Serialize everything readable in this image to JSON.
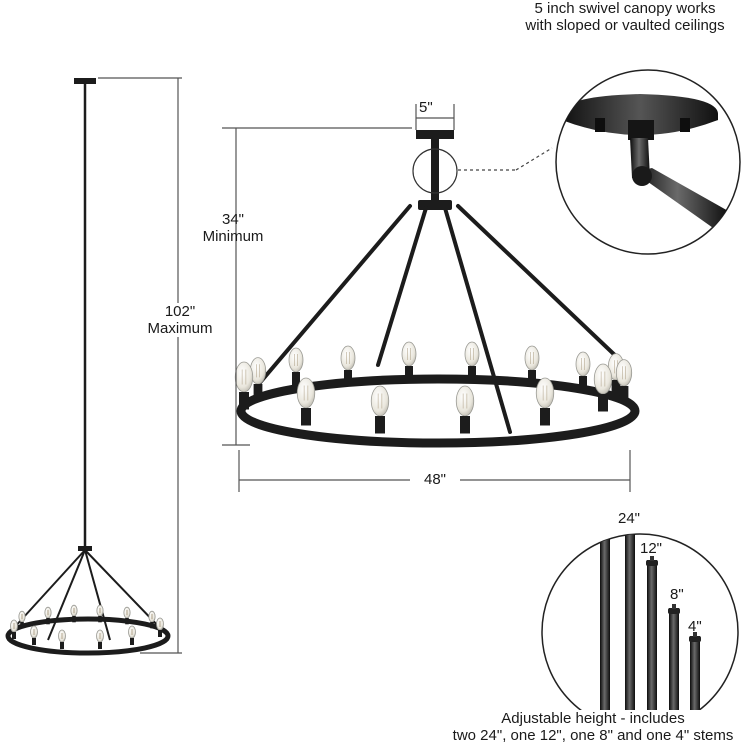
{
  "canopy_note": {
    "line1": "5 inch swivel canopy works",
    "line2": "with sloped or vaulted ceilings"
  },
  "dimensions": {
    "canopy_width": "5\"",
    "min_height_value": "34\"",
    "min_height_word": "Minimum",
    "max_height_value": "102\"",
    "max_height_word": "Maximum",
    "diameter": "48\""
  },
  "stems": {
    "labels": [
      "24\"",
      "12\"",
      "8\"",
      "4\""
    ],
    "caption_line1": "Adjustable height - includes",
    "caption_line2": "two 24\", one 12\", one 8\" and one 4\" stems"
  },
  "colors": {
    "metal": "#1c1c1c",
    "bulb": "#f3f1ea",
    "bulb_edge": "#9a9a94",
    "dim_line": "#555555"
  }
}
